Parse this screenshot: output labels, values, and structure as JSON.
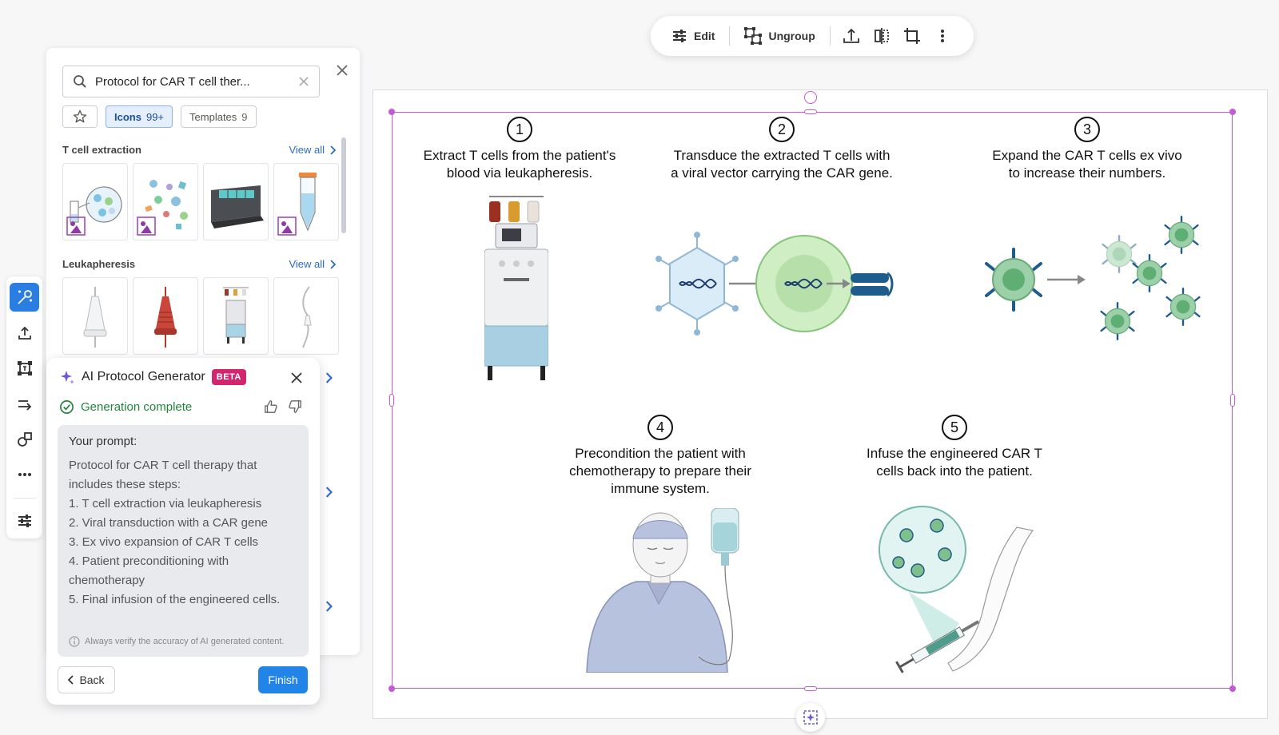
{
  "toolbar": {
    "edit_label": "Edit",
    "ungroup_label": "Ungroup",
    "icons": [
      "sliders-icon",
      "ungroup-icon",
      "flip-vertical-icon",
      "flip-horizontal-icon",
      "crop-icon",
      "more-vertical-icon"
    ]
  },
  "rail": {
    "items": [
      "ai-wand-icon",
      "upload-icon",
      "frame-icon",
      "arrow-icon",
      "shapes-icon",
      "more-horizontal-icon",
      "sliders-icon"
    ]
  },
  "panel": {
    "search_value": "Protocol for CAR T cell ther...",
    "chips": {
      "icons_label": "Icons",
      "icons_count": "99+",
      "templates_label": "Templates",
      "templates_count": "9"
    },
    "sections": [
      {
        "title": "T cell extraction",
        "view_all": "View all"
      },
      {
        "title": "Leukapheresis",
        "view_all": "View all"
      }
    ]
  },
  "ai_generator": {
    "title": "AI Protocol Generator",
    "badge": "BETA",
    "status": "Generation complete",
    "prompt_heading": "Your prompt:",
    "prompt_lines": [
      "Protocol for CAR T cell therapy that",
      "includes these steps:",
      "1. T cell extraction via leukapheresis",
      "2. Viral transduction with a CAR gene",
      "3. Ex vivo expansion of CAR T cells",
      "4. Patient preconditioning with",
      "chemotherapy",
      "5. Final infusion of the engineered cells."
    ],
    "disclaimer": "Always verify the accuracy of AI generated content.",
    "back_label": "Back",
    "finish_label": "Finish"
  },
  "canvas": {
    "steps": [
      {
        "num": "1",
        "line1": "Extract T cells from the patient's",
        "line2": "blood via leukapheresis.",
        "line3": ""
      },
      {
        "num": "2",
        "line1": "Transduce the extracted T cells with",
        "line2": "a viral vector carrying the CAR gene.",
        "line3": ""
      },
      {
        "num": "3",
        "line1": "Expand the CAR T cells ex vivo",
        "line2": "to increase their numbers.",
        "line3": ""
      },
      {
        "num": "4",
        "line1": "Precondition the patient with",
        "line2": "chemotherapy to prepare their",
        "line3": "immune system."
      },
      {
        "num": "5",
        "line1": "Infuse the engineered CAR T",
        "line2": "cells back into the patient.",
        "line3": ""
      }
    ]
  },
  "colors": {
    "accent": "#2a7de1",
    "selection": "#c45ad6",
    "beta": "#d3246f",
    "success": "#22863a",
    "finish": "#2384e8"
  }
}
